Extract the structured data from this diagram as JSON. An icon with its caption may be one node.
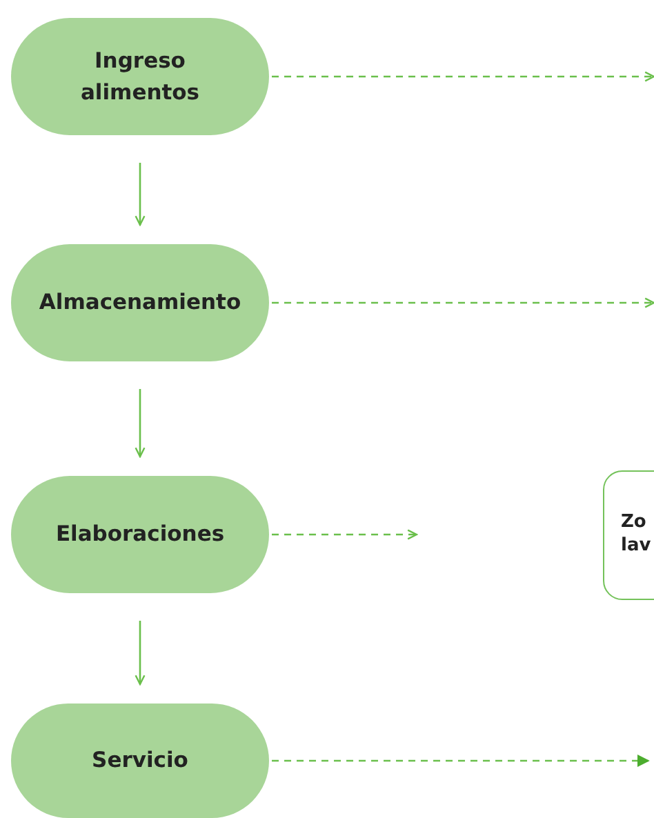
{
  "diagram": {
    "nodes": [
      {
        "text": [
          "Ingreso alimentos"
        ]
      },
      {
        "text": [
          "Almacenamiento"
        ]
      },
      {
        "text": [
          "Elaboraciones"
        ]
      },
      {
        "text": [
          "Servicio"
        ]
      },
      {
        "text": [
          "Zo lav"
        ]
      }
    ],
    "edges": [
      {
        "from": 0,
        "to": 1,
        "arrow": "to"
      },
      {
        "from": 1,
        "to": 2,
        "arrow": "to"
      },
      {
        "from": 2,
        "to": 3,
        "arrow": "to"
      },
      {
        "from": 0,
        "to": null,
        "arrow": "to",
        "style": "dashed"
      },
      {
        "from": 1,
        "to": null,
        "arrow": "to",
        "style": "dashed"
      },
      {
        "from": 2,
        "to": null,
        "arrow": "to",
        "style": "dashed"
      },
      {
        "from": 3,
        "to": null,
        "arrow": "to",
        "style": "dashed"
      }
    ]
  }
}
